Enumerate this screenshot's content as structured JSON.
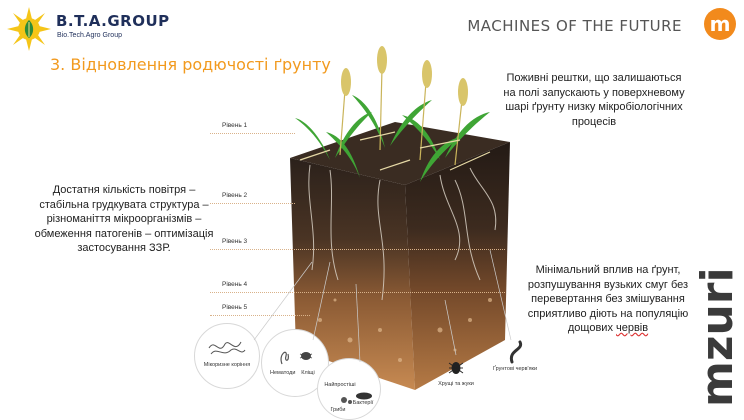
{
  "header": {
    "brand": "B.T.A.GROUP",
    "brand_sub": "Bio.Tech.Agro Group",
    "title": "MACHINES OF THE FUTURE",
    "badge_letter": "m"
  },
  "section_title": "3. Відновлення родючості ґрунту",
  "descriptions": {
    "top_right": "Поживні рештки, що залишаються на полі запускають у поверхневому шарі ґрунту низку мікробіологічних процесів",
    "left": "Достатня кількість повітря – стабільна грудкувата структура – різноманіття мікроорганізмів – обмеження патогенів – оптимізація застосування ЗЗР.",
    "bottom_right_main": "Мінімальний вплив на ґрунт, розпушування вузьких смуг без перевертання без змішування сприятливо діють на популяцію дощових ",
    "bottom_right_end": "червів"
  },
  "levels": [
    "Рівень 1",
    "Рівень 2",
    "Рівень 3",
    "Рівень 4",
    "Рівень 5"
  ],
  "organisms": {
    "mycorrhiza": "Мікоризне коріння",
    "nematodes": "Нематоди",
    "mites": "Кліщі",
    "protozoa": "Найпростіші",
    "bacteria": "Бактерії",
    "fungi": "Гриби",
    "beetles": "Хрущі та жуки",
    "earthworms": "Ґрунтові черв'яки"
  },
  "vertical_brand": "mzuri",
  "colors": {
    "accent": "#f29a1e",
    "brand_navy": "#1f2f5a",
    "badge": "#f28a1c",
    "vertical_brand": "#3a3a3a"
  }
}
